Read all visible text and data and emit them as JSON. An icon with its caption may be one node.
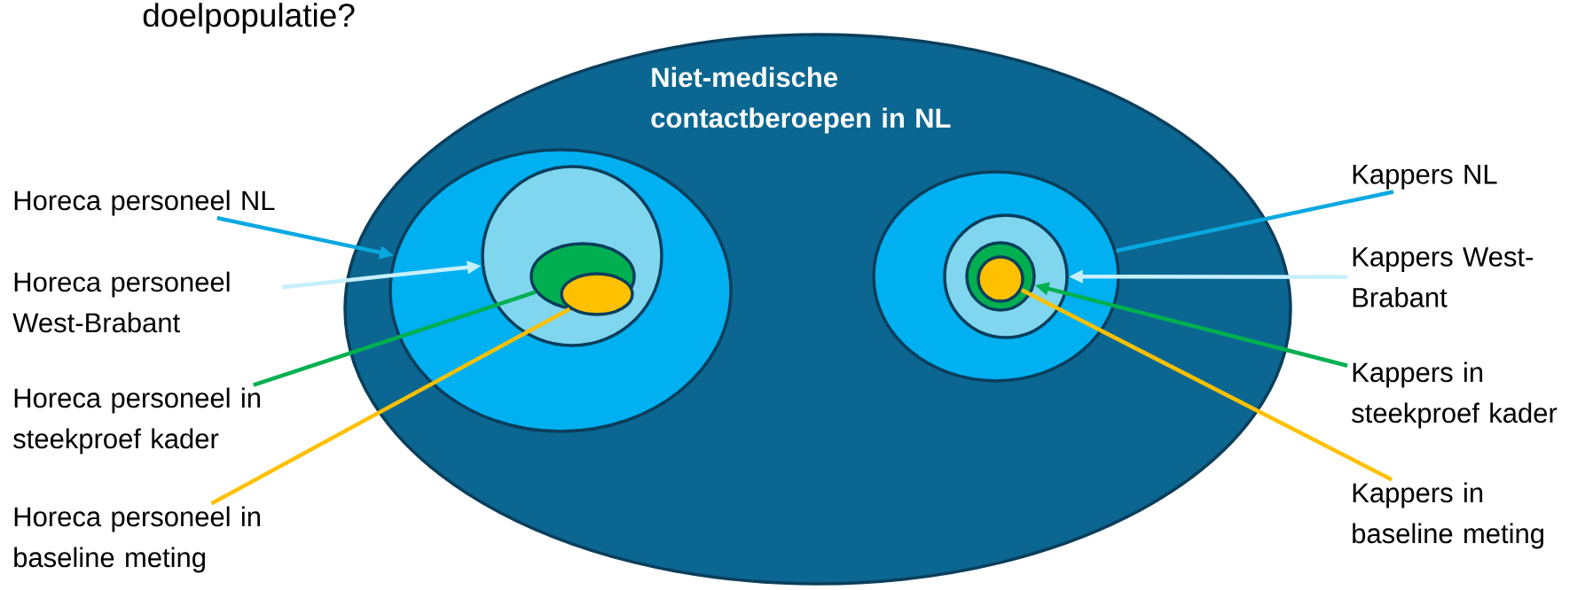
{
  "diagram": {
    "title": "doelpopulatie?",
    "nodes": [
      {
        "text": [
          "Niet-medische contactberoepen in NL"
        ]
      },
      {
        "text": [],
        "shape": "ellipse",
        "in": 0
      },
      {
        "text": [],
        "shape": "circle",
        "in": 1
      },
      {
        "text": [],
        "shape": "ellipse",
        "in": 2
      },
      {
        "text": [],
        "shape": "ellipse",
        "in": 3
      },
      {
        "text": [],
        "shape": "ellipse",
        "in": 0
      },
      {
        "text": [],
        "shape": "circle",
        "in": 5
      },
      {
        "text": [],
        "shape": "circle",
        "in": 6
      },
      {
        "text": [],
        "shape": "circle",
        "in": 7
      },
      {
        "text": [
          "Horeca personeel NL"
        ]
      },
      {
        "text": [
          "Horeca personeel West-Brabant"
        ]
      },
      {
        "text": [
          "Horeca personeel in steekproef kader"
        ]
      },
      {
        "text": [
          "Horeca personeel in baseline meting"
        ]
      },
      {
        "text": [
          "Kappers NL"
        ]
      },
      {
        "text": [
          "Kappers West-Brabant"
        ]
      },
      {
        "text": [
          "Kappers in steekproef kader"
        ]
      },
      {
        "text": [
          "Kappers in baseline meting"
        ]
      }
    ],
    "edges": [
      {
        "from": 9,
        "to": 1,
        "arrow": "to",
        "color": "#0aa8e0"
      },
      {
        "from": 10,
        "to": 2,
        "arrow": "to",
        "color": "#c6effd"
      },
      {
        "from": 11,
        "to": 3,
        "arrow": "none",
        "color": "#00b050"
      },
      {
        "from": 12,
        "to": 4,
        "arrow": "none",
        "color": "#ffc000"
      },
      {
        "from": 13,
        "to": 5,
        "arrow": "none",
        "color": "#0aa8e0"
      },
      {
        "from": 14,
        "to": 6,
        "arrow": "to",
        "color": "#c6effd"
      },
      {
        "from": 15,
        "to": 7,
        "arrow": "to",
        "color": "#00b050"
      },
      {
        "from": 16,
        "to": 8,
        "arrow": "none",
        "color": "#ffc000"
      }
    ]
  }
}
